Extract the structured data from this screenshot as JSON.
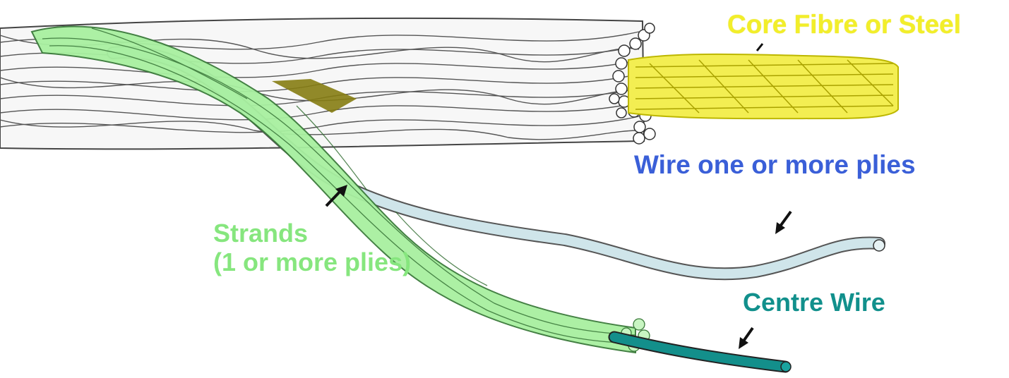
{
  "labels": {
    "core": "Core  Fibre or Steel",
    "wire": "Wire one or more plies",
    "strands_line1": "Strands",
    "strands_line2": "(1 or more plies)",
    "centre_wire": "Centre Wire"
  },
  "colors": {
    "core_label": "#f2ee2a",
    "core_fill": "#f3ee52",
    "wire_label": "#3a5fd8",
    "wire_fill": "#cfe5ea",
    "strand_label": "#86e67e",
    "strand_fill": "#a8f0a0",
    "centre_label": "#11908c",
    "centre_fill": "#138f8b",
    "rope_line": "#333333"
  },
  "icons": [
    "arrow-icon"
  ]
}
